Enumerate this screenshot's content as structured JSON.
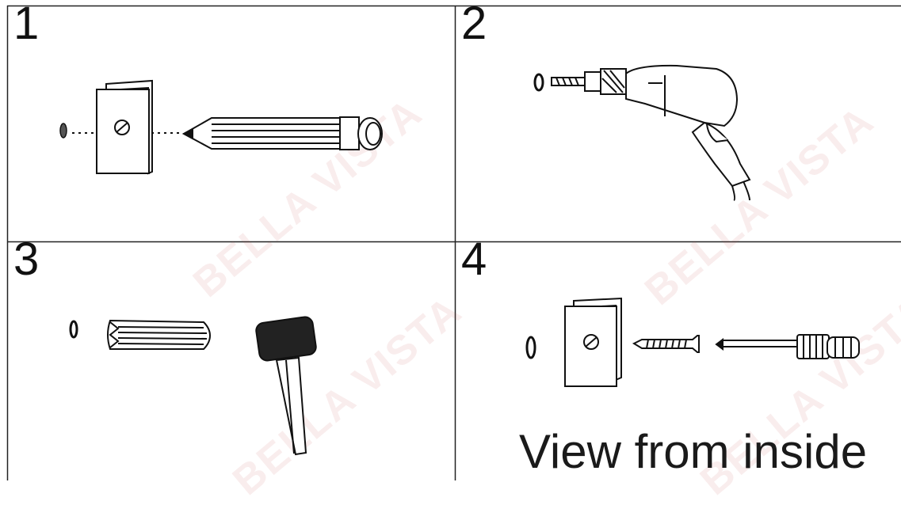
{
  "steps": [
    {
      "number": "1"
    },
    {
      "number": "2"
    },
    {
      "number": "3"
    },
    {
      "number": "4",
      "caption": "View from inside"
    }
  ],
  "watermark": "BELLA VISTA"
}
